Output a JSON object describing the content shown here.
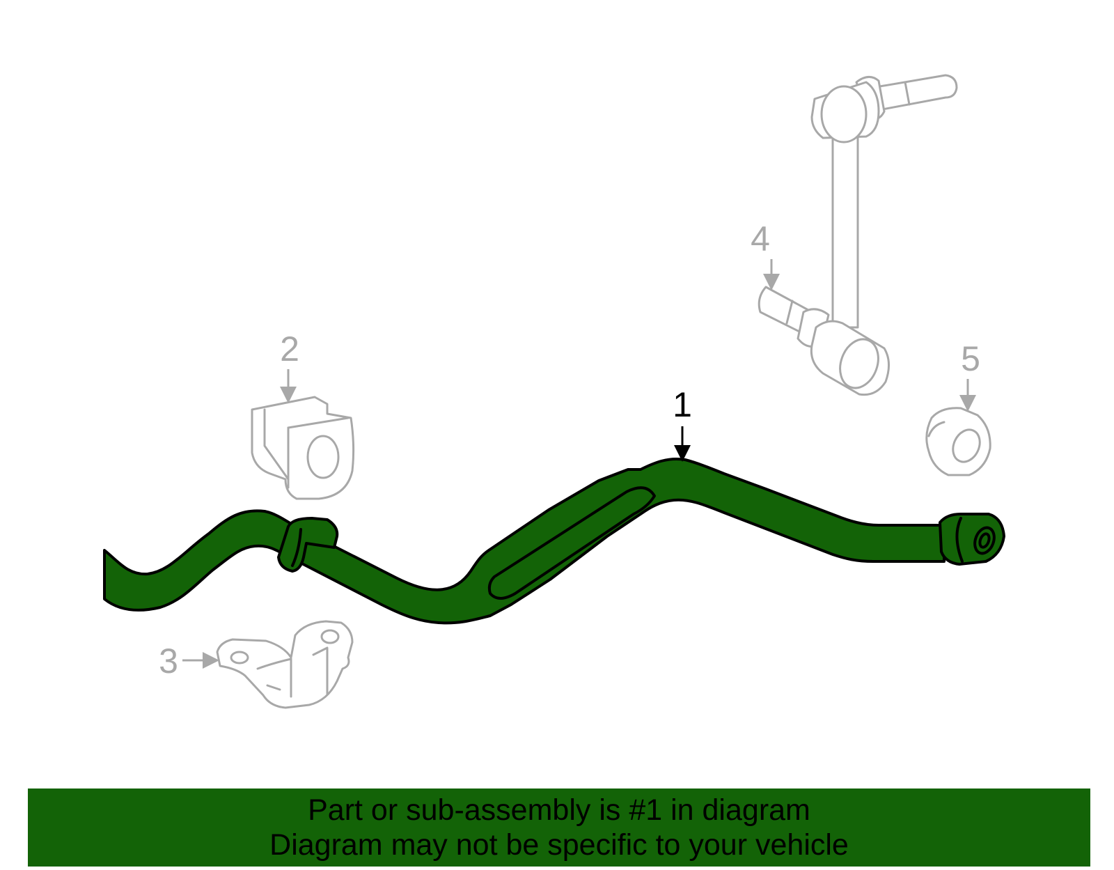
{
  "colors": {
    "highlight": "#136307",
    "outline": "#000000",
    "secondary_parts": "#a8a8a8",
    "background": "#ffffff"
  },
  "callouts": {
    "part1": "1",
    "part2": "2",
    "part3": "3",
    "part4": "4",
    "part5": "5"
  },
  "banner": {
    "line1": "Part or sub-assembly is #1 in diagram",
    "line2": "Diagram may not be specific to your vehicle"
  }
}
